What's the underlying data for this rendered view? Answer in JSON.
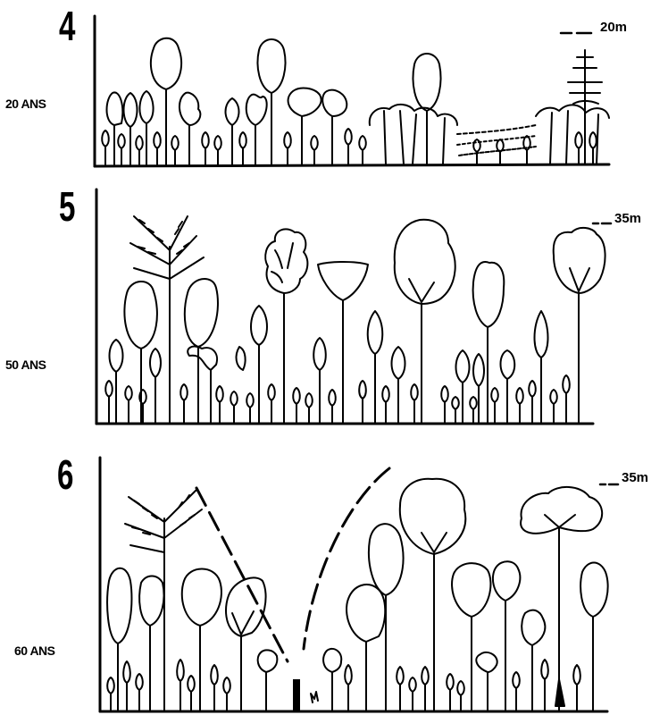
{
  "panels": [
    {
      "stage": "4",
      "age": "20 ANS",
      "height": "20m"
    },
    {
      "stage": "5",
      "age": "50 ANS",
      "height": "35m"
    },
    {
      "stage": "6",
      "age": "60 ANS",
      "height": "35m"
    }
  ]
}
